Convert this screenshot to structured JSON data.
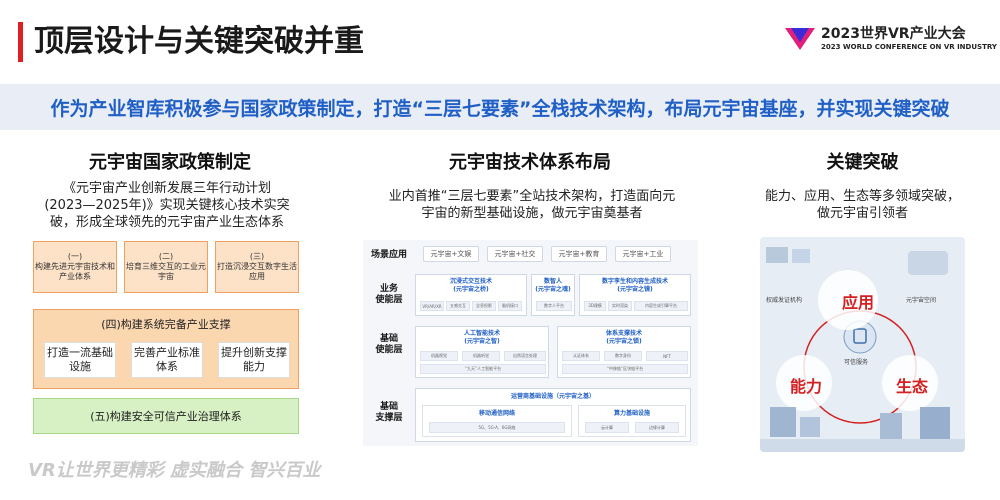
{
  "header": {
    "title": "顶层设计与关键突破并重",
    "logo_line1": "2023世界VR产业大会",
    "logo_line2": "2023 WORLD CONFERENCE ON VR INDUSTRY"
  },
  "banner": "作为产业智库积极参与国家政策制定，打造“三层七要素”全栈技术架构，布局元宇宙基座，并实现关键突破",
  "col1": {
    "heading": "元宇宙国家政策制定",
    "text_line1": "《元宇宙产业创新发展三年行动计划",
    "text_line2": "(2023—2025年)》实现关键核心技术实突",
    "text_line3": "破，形成全球领先的元宇宙产业生态体系",
    "box1_num": "(一)",
    "box1_text": "构建先进元宇宙技术和产业体系",
    "box2_num": "(二)",
    "box2_text": "培育三维交互的工业元宇宙",
    "box3_num": "(三)",
    "box3_text": "打造沉浸交互数字生活应用",
    "box4_title": "(四)构建系统完备产业支撑",
    "sub1": "打造一流基础设施",
    "sub2": "完善产业标准体系",
    "sub3": "提升创新支撑能力",
    "box5": "(五)构建安全可信产业治理体系"
  },
  "col2": {
    "heading": "元宇宙技术体系布局",
    "text_line1": "业内首推“三层七要素”全站技术架构，打造面向元",
    "text_line2": "宇宙的新型基础设施，做元宇宙奠基者",
    "scene_label": "场景应用",
    "scene_chips": [
      "元宇宙+文娱",
      "元宇宙+社交",
      "元宇宙+教育",
      "元宇宙+工业"
    ],
    "biz_label_1": "业务",
    "biz_label_2": "使能层",
    "base_label_1": "基础",
    "base_label_2": "使能层",
    "sup_label_1": "基础",
    "sup_label_2": "支撑层",
    "card_a_title": "沉浸式交互技术",
    "card_a_sub": "(元宇宙之桥)",
    "card_a_items": [
      "VR/AR/XR",
      "五感交互",
      "全息投影",
      "脑机接口"
    ],
    "card_b_title": "数智人",
    "card_b_sub": "(元宇宙之魂)",
    "card_b_items": [
      "数字人平台"
    ],
    "card_c_title": "数字孪生和内容生成技术",
    "card_c_sub": "(元宇宙之镜)",
    "card_c_items": [
      "3D建模",
      "实时渲染",
      "内容生成引擎平台"
    ],
    "card_d_title": "人工智能技术",
    "card_d_sub": "(元宇宙之智)",
    "card_d_items": [
      "机器视觉",
      "机器听觉",
      "自然语言处理",
      "“九天”人工智能平台"
    ],
    "card_e_title": "体系支撑技术",
    "card_e_sub": "(元宇宙之锁)",
    "card_e_items": [
      "认证体系",
      "数字身份",
      "NFT",
      "“中移链”区块链平台"
    ],
    "card_f_title": "运营商基础设施（元宇宙之基）",
    "card_f_net": "移动通信网络",
    "card_f_net_items": "5G、5G-A、6G网络",
    "card_f_compute": "算力基础设施",
    "card_f_compute_items": [
      "云计算",
      "边缘计算"
    ]
  },
  "col3": {
    "heading": "关键突破",
    "text_line1": "能力、应用、生态等多领域突破，",
    "text_line2": "做元宇宙引领者",
    "label_app": "应用",
    "label_ability": "能力",
    "label_eco": "生态",
    "small1": "权威发证机构",
    "small2": "元宇宙空间",
    "small3": "可信服务"
  },
  "slogan": "VR让世界更精彩  虚实融合 智兴百业"
}
